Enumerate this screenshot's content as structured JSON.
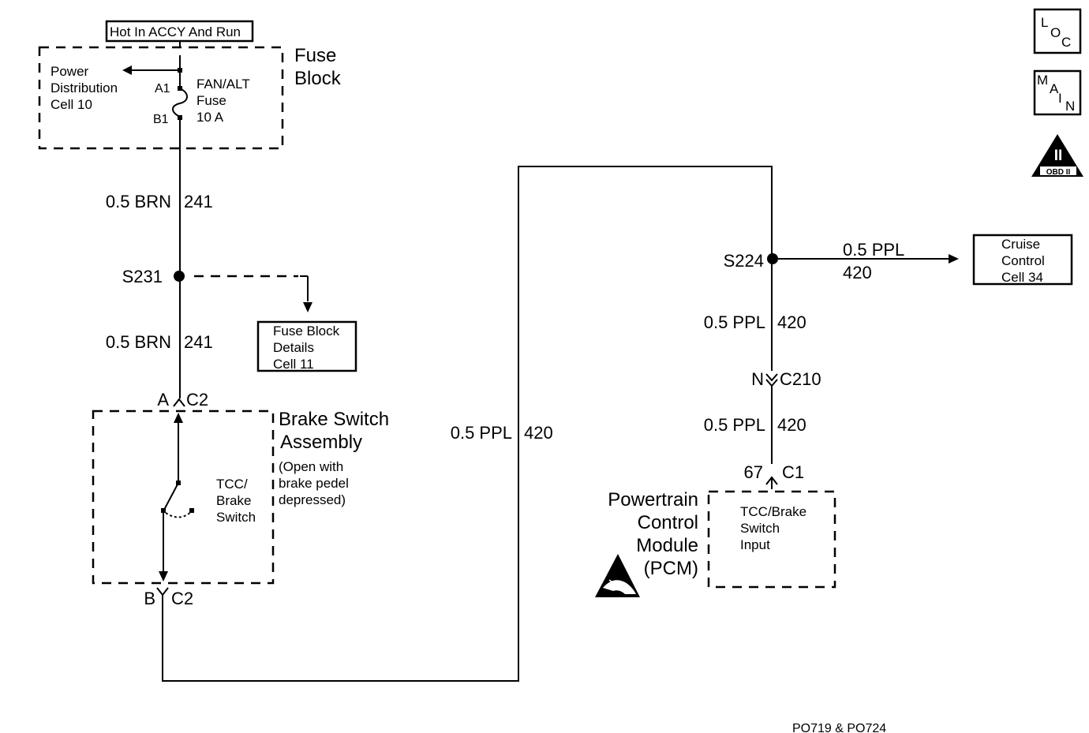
{
  "fuse_block": {
    "hot_label": "Hot In ACCY And Run",
    "title_line1": "Fuse",
    "title_line2": "Block",
    "power_dist": [
      "Power",
      "Distribution",
      "Cell 10"
    ],
    "pin_a1": "A1",
    "pin_b1": "B1",
    "fuse": [
      "FAN/ALT",
      "Fuse",
      "10 A"
    ]
  },
  "wires": {
    "brn_top": {
      "gauge": "0.5 BRN",
      "circuit": "241"
    },
    "brn_mid": {
      "gauge": "0.5 BRN",
      "circuit": "241"
    },
    "ppl_center": {
      "gauge": "0.5 PPL",
      "circuit": "420"
    },
    "ppl_right_top": {
      "gauge": "0.5 PPL",
      "circuit": "420"
    },
    "ppl_right_bottom": {
      "gauge": "0.5 PPL",
      "circuit": "420"
    },
    "ppl_cruise": {
      "gauge": "0.5 PPL",
      "circuit": "420"
    }
  },
  "splices": {
    "s231": "S231",
    "s224": "S224"
  },
  "fuse_details": [
    "Fuse Block",
    "Details",
    "Cell 11"
  ],
  "cruise_control": [
    "Cruise",
    "Control",
    "Cell 34"
  ],
  "connectors": {
    "c2_top_pin": "A",
    "c2_top": "C2",
    "c2_bottom_pin": "B",
    "c2_bottom": "C2",
    "c210_pin": "N",
    "c210": "C210",
    "c1_pin": "67",
    "c1": "C1"
  },
  "brake_switch": {
    "title_line1": "Brake Switch",
    "title_line2": "Assembly",
    "note": [
      "(Open with",
      "brake pedel",
      "depressed)"
    ],
    "switch_label": [
      "TCC/",
      "Brake",
      "Switch"
    ]
  },
  "pcm": {
    "name": [
      "Powertrain",
      "Control",
      "Module",
      "(PCM)"
    ],
    "input": [
      "TCC/Brake",
      "Switch",
      "Input"
    ]
  },
  "icons": {
    "loc": [
      "L",
      "O",
      "C"
    ],
    "main": [
      "M",
      "A",
      "I",
      "N"
    ],
    "obd_numeral": "II",
    "obd_label": "OBD II",
    "esd_icon": "esd-warning-icon"
  },
  "footer": {
    "codes": "PO719 & PO724"
  }
}
